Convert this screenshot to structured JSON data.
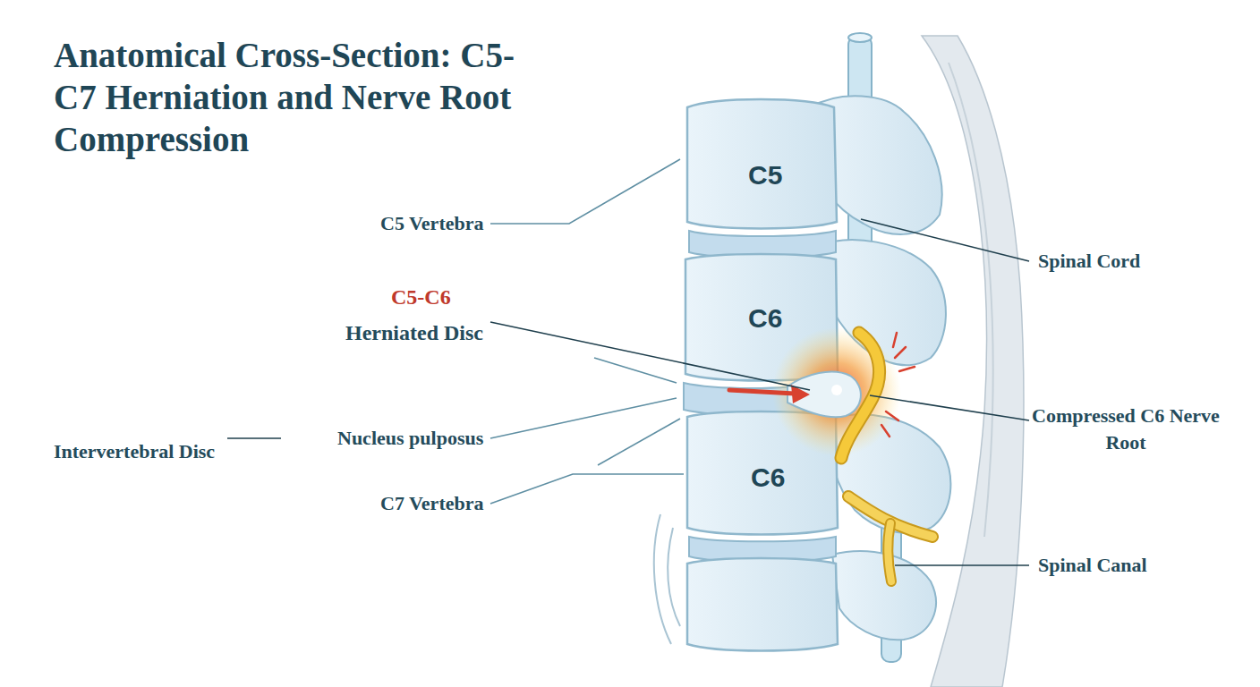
{
  "diagram": {
    "title": "Anatomical Cross-Section: C5-C7 Herniation and Nerve Root Compression",
    "labels": [
      "C5 Vertebra",
      "C5-C6",
      "Herniated Disc",
      "Intervertebral Disc",
      "Nucleus pulposus",
      "C7 Vertebra",
      "Spinal Cord",
      "Compressed C6 Nerve Root",
      "Spinal Canal",
      "C5",
      "C6",
      "C6"
    ]
  }
}
